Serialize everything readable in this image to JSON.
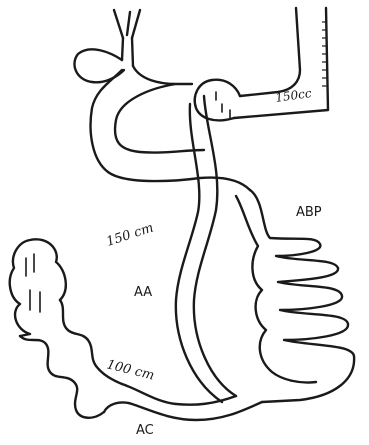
{
  "labels": {
    "pouch_volume": "150cc",
    "alimentary_limb_length": "150 cm",
    "biliopancreatic_limb": "ABP",
    "alimentary_limb": "AA",
    "common_limb_length": "100 cm",
    "common_channel": "AC"
  }
}
